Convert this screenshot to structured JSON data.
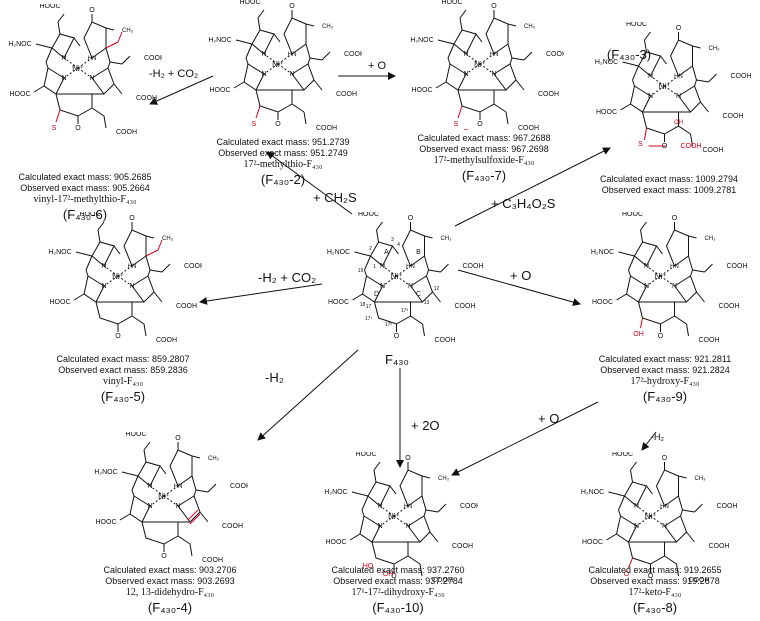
{
  "compounds": {
    "f6": {
      "calc": "Calculated exact mass: 905.2685",
      "obs": "Observed exact mass: 905.2664",
      "name": "vinyl-17²-methylthio-F₄₃₀",
      "id": "(F₄₃₀-6)"
    },
    "f2": {
      "calc": "Calculated exact mass: 951.2739",
      "obs": "Observed exact mass: 951.2749",
      "name": "17²-methylthio-F₄₃₀",
      "id": "(F₄₃₀-2)"
    },
    "f7": {
      "calc": "Calculated exact mass: 967.2688",
      "obs": "Observed exact mass: 967.2698",
      "name": "17²-methylsulfoxide-F₄₃₀",
      "id": "(F₄₃₀-7)"
    },
    "f3": {
      "calc": "Calculated exact mass: 1009.2794",
      "obs": "Observed exact mass: 1009.2781",
      "name": "",
      "id": "(F₄₃₀-3)"
    },
    "f5": {
      "calc": "Calculated exact mass: 859.2807",
      "obs": "Observed exact mass: 859.2836",
      "name": "vinyl-F₄₃₀",
      "id": "(F₄₃₀-5)"
    },
    "f430": {
      "id": "F₄₃₀"
    },
    "f9": {
      "calc": "Calculated exact mass: 921.2811",
      "obs": "Observed exact mass: 921.2824",
      "name": "17²-hydroxy-F₄₃₀",
      "id": "(F₄₃₀-9)"
    },
    "f4": {
      "calc": "Calculated exact mass: 903.2706",
      "obs": "Observed exact mass: 903.2693",
      "name": "12, 13-didehydro-F₄₃₀",
      "id": "(F₄₃₀-4)"
    },
    "f10": {
      "calc": "Calculated exact mass: 937.2760",
      "obs": "Observed exact mass: 937.2784",
      "name": "17¹-17²-dihydroxy-F₄₃₀",
      "id": "(F₄₃₀-10)"
    },
    "f8": {
      "calc": "Calculated exact mass: 919.2655",
      "obs": "Observed exact mass: 919.2678",
      "name": "17²-keto-F₄₃₀",
      "id": "(F₄₃₀-8)"
    }
  },
  "reactions": {
    "r_f2_f6": "-H₂ + CO₂",
    "r_f2_f7": "+ O",
    "r_f430_f2": "+ CH₂S",
    "r_f430_f3": "+ C₃H₄O₂S",
    "r_f430_f5": "-H₂ + CO₂",
    "r_f430_f9": "+ O",
    "r_f430_f4": "-H₂",
    "r_f430_f10": "+ 2O",
    "r_f9_f10": "+ O",
    "r_f9_f8": "-H₂"
  },
  "mol_labels": {
    "cooh": "COOH",
    "hooc": "HOOC",
    "h2noc": "H₂NOC",
    "ch3": "CH₃",
    "ni": "Ni⁺",
    "o": "O",
    "s": "S",
    "oh": "OH",
    "n": "N",
    "hn": "HN"
  },
  "ring_labels": {
    "a": "A",
    "b": "B",
    "c": "C",
    "d": "D"
  },
  "atom_numbers": {
    "n1": "1",
    "n2": "2",
    "n3": "3",
    "n4": "4",
    "n12": "12",
    "n13": "13",
    "n17": "17",
    "n18": "18",
    "n19": "19",
    "n171": "17¹",
    "n172": "17²",
    "n173": "17³"
  },
  "colors": {
    "modification": "#d0021b",
    "ink": "#111111"
  }
}
